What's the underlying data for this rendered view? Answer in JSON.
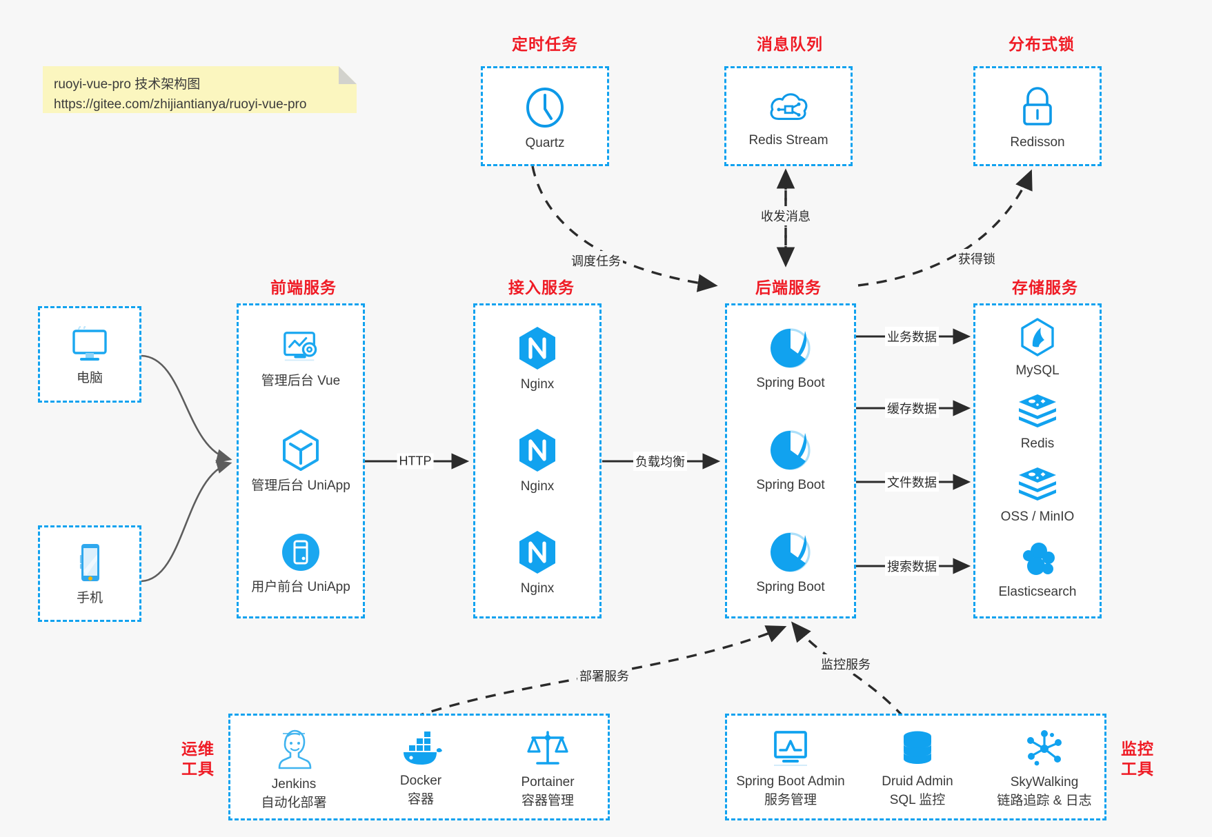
{
  "note": {
    "line1": "ruoyi-vue-pro 技术架构图",
    "line2": "https://gitee.com/zhijiantianya/ruoyi-vue-pro"
  },
  "colors": {
    "title_red": "#ef1b25",
    "box_blue": "#11a2ef",
    "icon_blue": "#0d99e8",
    "arrow_dark": "#2b2b2b",
    "note_yellow": "#fbf6bf",
    "background": "#f7f7f7"
  },
  "groups": {
    "scheduler": {
      "title": "定时任务",
      "items": [
        {
          "label": "Quartz",
          "icon": "clock-icon"
        }
      ]
    },
    "mq": {
      "title": "消息队列",
      "items": [
        {
          "label": "Redis Stream",
          "icon": "cloud-stream-icon"
        }
      ]
    },
    "lock": {
      "title": "分布式锁",
      "items": [
        {
          "label": "Redisson",
          "icon": "lock-icon"
        }
      ]
    },
    "clients": {
      "items": [
        {
          "label": "电脑",
          "icon": "desktop-icon"
        },
        {
          "label": "手机",
          "icon": "mobile-icon"
        }
      ]
    },
    "frontend": {
      "title": "前端服务",
      "items": [
        {
          "label": "管理后台 Vue",
          "icon": "dashboard-gear-icon"
        },
        {
          "label": "管理后台 UniApp",
          "icon": "cube-icon"
        },
        {
          "label": "用户前台 UniApp",
          "icon": "app-circle-icon"
        }
      ]
    },
    "gateway": {
      "title": "接入服务",
      "items": [
        {
          "label": "Nginx",
          "icon": "nginx-icon"
        },
        {
          "label": "Nginx",
          "icon": "nginx-icon"
        },
        {
          "label": "Nginx",
          "icon": "nginx-icon"
        }
      ]
    },
    "backend": {
      "title": "后端服务",
      "items": [
        {
          "label": "Spring Boot",
          "icon": "spring-icon"
        },
        {
          "label": "Spring Boot",
          "icon": "spring-icon"
        },
        {
          "label": "Spring Boot",
          "icon": "spring-icon"
        }
      ]
    },
    "storage": {
      "title": "存储服务",
      "items": [
        {
          "label": "MySQL",
          "icon": "mysql-icon"
        },
        {
          "label": "Redis",
          "icon": "redis-icon"
        },
        {
          "label": "OSS / MinIO",
          "icon": "oss-icon"
        },
        {
          "label": "Elasticsearch",
          "icon": "elasticsearch-icon"
        }
      ]
    },
    "devops": {
      "title_line1": "运维",
      "title_line2": "工具",
      "items": [
        {
          "label": "Jenkins",
          "sub": "自动化部署",
          "icon": "jenkins-icon"
        },
        {
          "label": "Docker",
          "sub": "容器",
          "icon": "docker-icon"
        },
        {
          "label": "Portainer",
          "sub": "容器管理",
          "icon": "scale-icon"
        }
      ]
    },
    "monitor": {
      "title_line1": "监控",
      "title_line2": "工具",
      "items": [
        {
          "label": "Spring Boot Admin",
          "sub": "服务管理",
          "icon": "monitor-chart-icon"
        },
        {
          "label": "Druid Admin",
          "sub": "SQL 监控",
          "icon": "database-icon"
        },
        {
          "label": "SkyWalking",
          "sub": "链路追踪 & 日志",
          "icon": "skywalking-icon"
        }
      ]
    }
  },
  "edges": [
    {
      "id": "http",
      "label": "HTTP",
      "from": "frontend",
      "to": "gateway",
      "style": "solid"
    },
    {
      "id": "loadbalance",
      "label": "负载均衡",
      "from": "gateway",
      "to": "backend",
      "style": "solid"
    },
    {
      "id": "biz-data",
      "label": "业务数据",
      "from": "backend",
      "to": "mysql",
      "style": "solid"
    },
    {
      "id": "cache-data",
      "label": "缓存数据",
      "from": "backend",
      "to": "redis",
      "style": "solid"
    },
    {
      "id": "file-data",
      "label": "文件数据",
      "from": "backend",
      "to": "oss",
      "style": "solid"
    },
    {
      "id": "search-data",
      "label": "搜索数据",
      "from": "backend",
      "to": "es",
      "style": "solid"
    },
    {
      "id": "schedule",
      "label": "调度任务",
      "from": "quartz",
      "to": "backend",
      "style": "dashed"
    },
    {
      "id": "messaging",
      "label": "收发消息",
      "from": "backend",
      "to": "mq",
      "style": "dashed-bidirectional"
    },
    {
      "id": "acquire-lock",
      "label": "获得锁",
      "from": "backend",
      "to": "redisson",
      "style": "dashed"
    },
    {
      "id": "deploy",
      "label": "部署服务",
      "from": "devops",
      "to": "backend",
      "style": "dashed"
    },
    {
      "id": "monitoring",
      "label": "监控服务",
      "from": "monitor",
      "to": "backend",
      "style": "dashed"
    }
  ]
}
